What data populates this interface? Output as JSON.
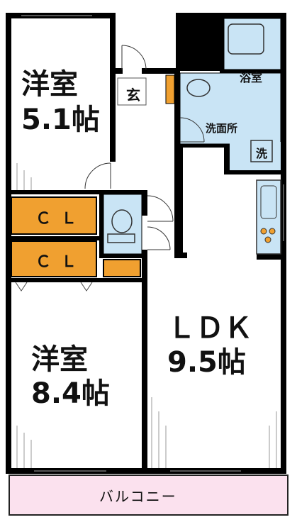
{
  "rooms": {
    "western_room_1": {
      "name": "洋室",
      "size": "5.1帖"
    },
    "western_room_2": {
      "name": "洋室",
      "size": "8.4帖"
    },
    "ldk": {
      "name": "ＬＤＫ",
      "size": "9.5帖"
    },
    "closet_1": {
      "label": "ＣＬ"
    },
    "closet_2": {
      "label": "ＣＬ"
    },
    "entrance": {
      "label": "玄"
    },
    "bathroom": {
      "label": "浴室"
    },
    "washroom": {
      "label": "洗面所"
    },
    "washer": {
      "label": "洗"
    },
    "balcony": {
      "label": "バルコニー"
    }
  },
  "colors": {
    "wall": "#000000",
    "closet": "#f0a030",
    "fixture": "#c9e4f5",
    "balcony": "#fbe1ee",
    "floor": "#ffffff"
  }
}
